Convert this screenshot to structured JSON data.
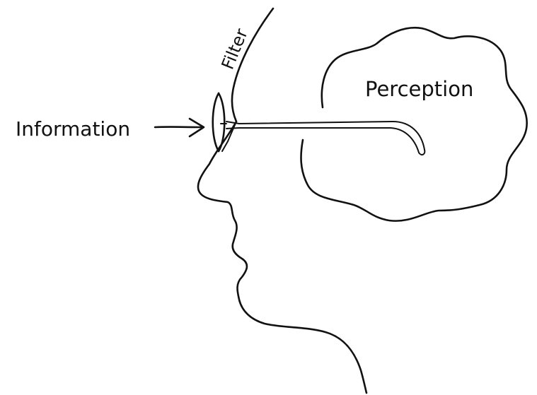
{
  "labels": {
    "information": "Information",
    "filter": "Filter",
    "perception": "Perception"
  },
  "colors": {
    "ink": "#111111",
    "background": "#ffffff"
  }
}
